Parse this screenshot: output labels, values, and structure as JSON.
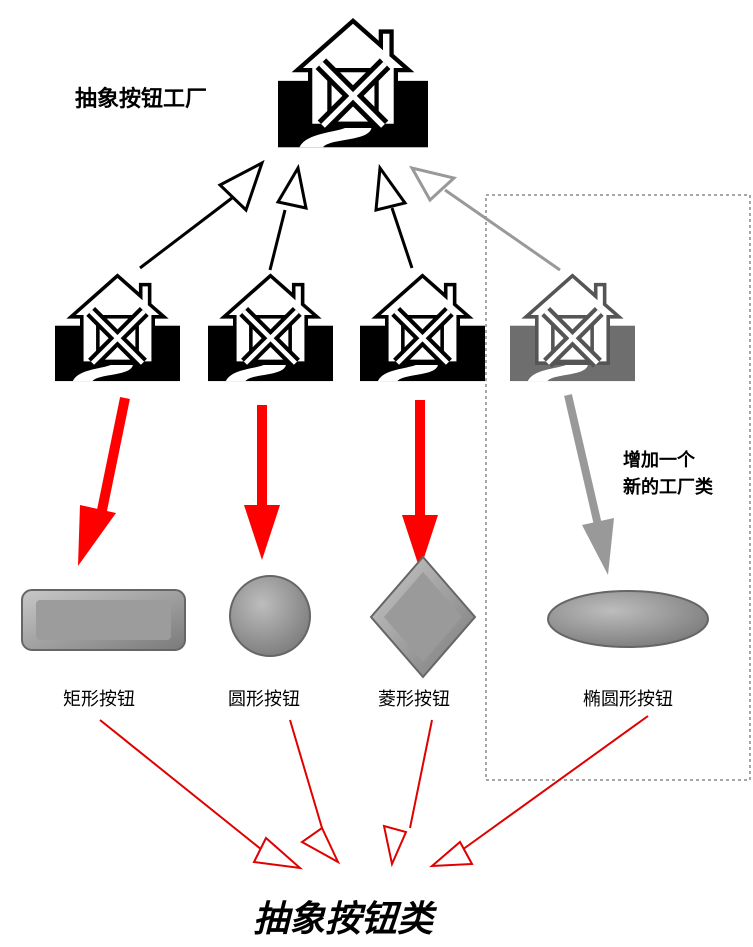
{
  "labels": {
    "abstract_factory": "抽象按钮工厂",
    "rect_button": "矩形按钮",
    "circle_button": "圆形按钮",
    "diamond_button": "菱形按钮",
    "ellipse_button": "椭圆形按钮",
    "note_line1": "增加一个",
    "note_line2": "新的工厂类",
    "abstract_button": "抽象按钮类"
  },
  "icons": {
    "factory": "factory-house-icon"
  },
  "colors": {
    "factory_black": "#000000",
    "factory_gray": "#6e6e6e",
    "concrete_arrow": "#ff0000",
    "new_factory_arrow": "#999999",
    "realization_arrow": "#e00000",
    "dashed_box": "#888888",
    "shape_fill": "#9a9a9a"
  }
}
